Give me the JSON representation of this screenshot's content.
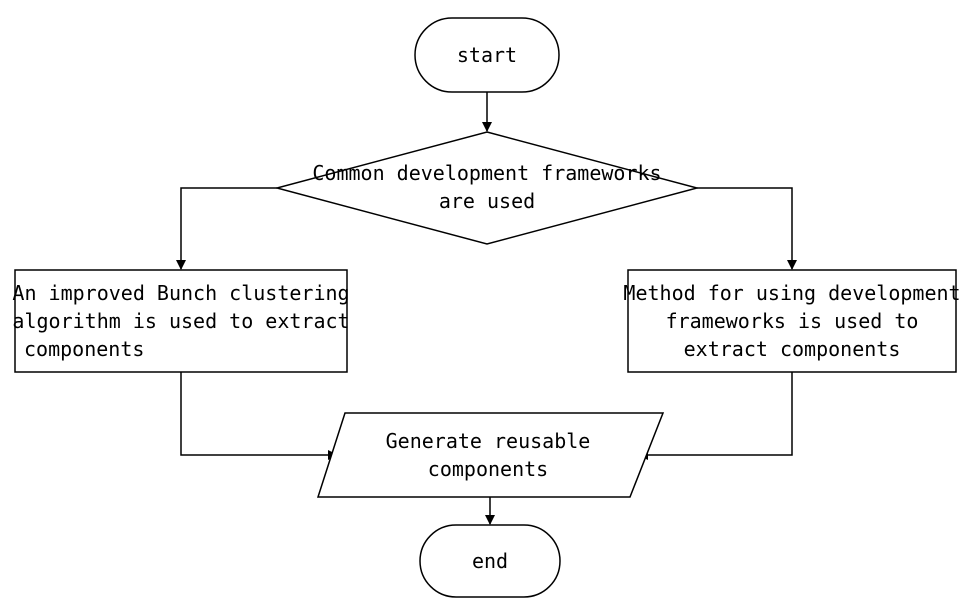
{
  "flowchart": {
    "start": "start",
    "decision": [
      "Common development frameworks",
      "are used"
    ],
    "left_process": [
      "An improved Bunch clustering",
      "algorithm is used to extract",
      "components"
    ],
    "right_process": [
      "Method for using development",
      "frameworks is used to",
      "extract components"
    ],
    "output": [
      "Generate reusable",
      "components"
    ],
    "end": "end"
  }
}
